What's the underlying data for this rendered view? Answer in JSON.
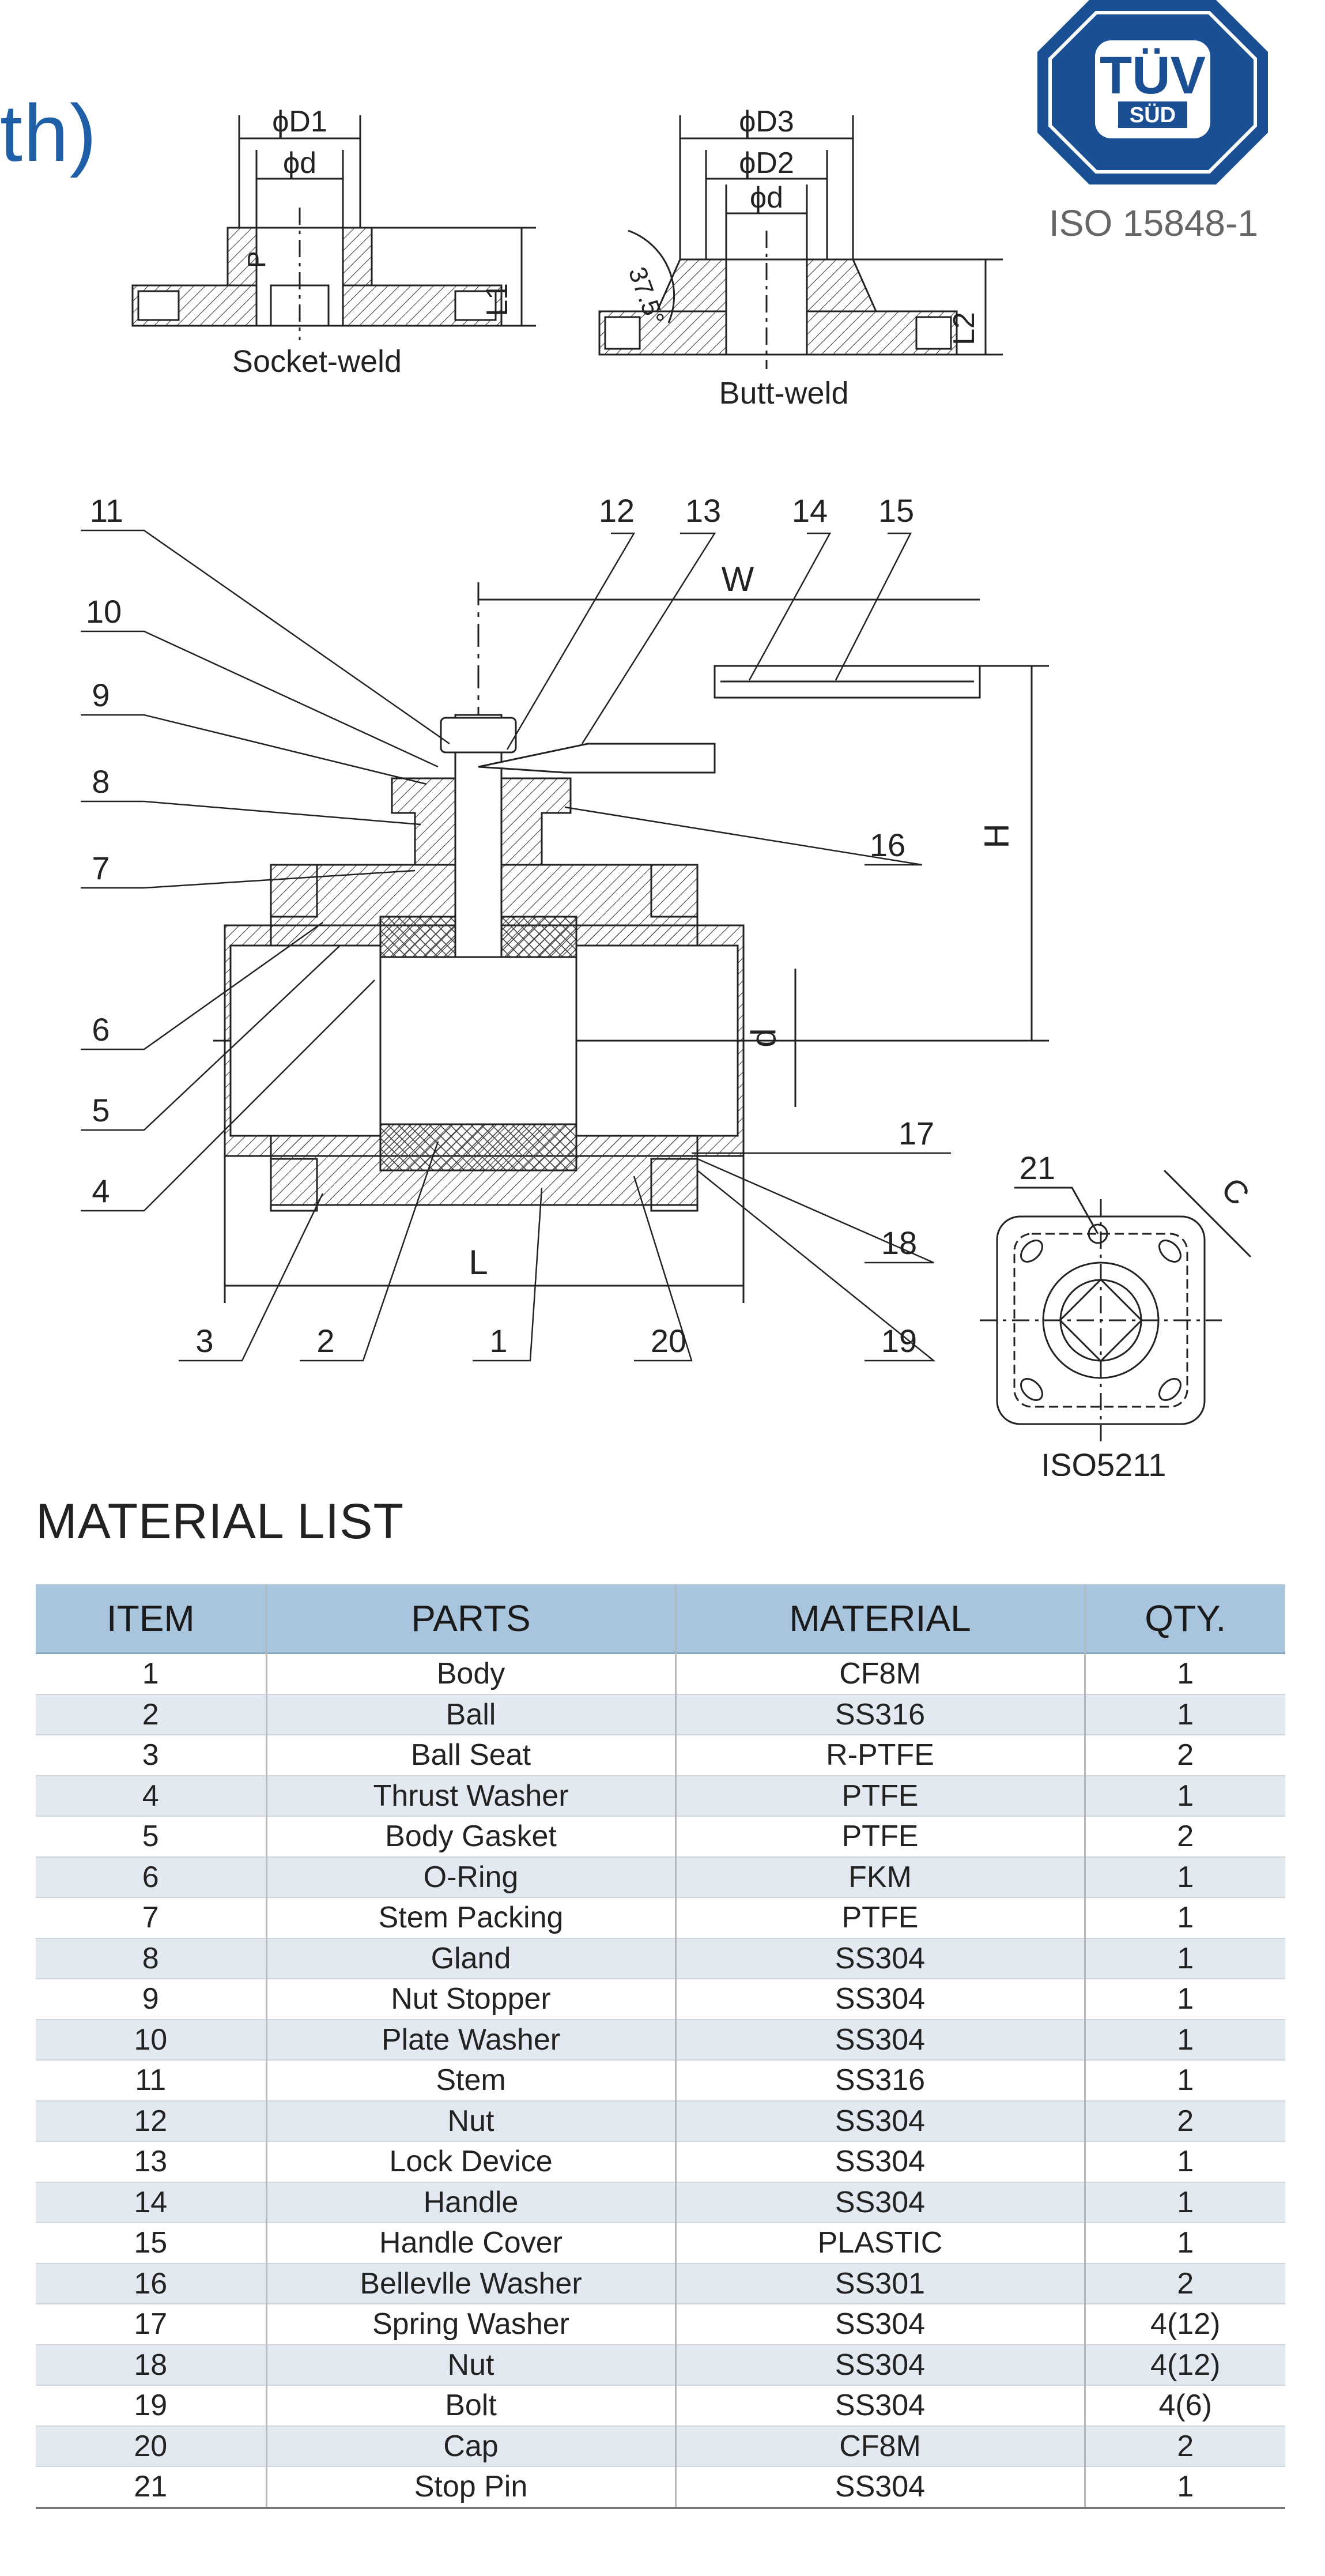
{
  "header": {
    "title_fragment": "th)",
    "cert_logo_text_top": "TÜV",
    "cert_logo_text_bottom": "SÜD",
    "cert_standard": "ISO 15848-1"
  },
  "drawings": {
    "socket_weld": {
      "label": "Socket-weld",
      "dims": [
        "ϕD1",
        "ϕd",
        "P",
        "L1"
      ]
    },
    "butt_weld": {
      "label": "Butt-weld",
      "dims": [
        "ϕD3",
        "ϕD2",
        "ϕd",
        "37.5°",
        "L2"
      ]
    },
    "main_view": {
      "dims": [
        "W",
        "H",
        "d",
        "L"
      ],
      "callouts": [
        "1",
        "2",
        "3",
        "4",
        "5",
        "6",
        "7",
        "8",
        "9",
        "10",
        "11",
        "12",
        "13",
        "14",
        "15",
        "16",
        "17",
        "18",
        "19",
        "20"
      ]
    },
    "top_view": {
      "label": "ISO5211",
      "callouts": [
        "21"
      ],
      "dims": [
        "C"
      ]
    }
  },
  "material_list": {
    "title": "MATERIAL LIST",
    "headers": [
      "ITEM",
      "PARTS",
      "MATERIAL",
      "QTY."
    ],
    "rows": [
      [
        "1",
        "Body",
        "CF8M",
        "1"
      ],
      [
        "2",
        "Ball",
        "SS316",
        "1"
      ],
      [
        "3",
        "Ball Seat",
        "R-PTFE",
        "2"
      ],
      [
        "4",
        "Thrust Washer",
        "PTFE",
        "1"
      ],
      [
        "5",
        "Body Gasket",
        "PTFE",
        "2"
      ],
      [
        "6",
        "O-Ring",
        "FKM",
        "1"
      ],
      [
        "7",
        "Stem Packing",
        "PTFE",
        "1"
      ],
      [
        "8",
        "Gland",
        "SS304",
        "1"
      ],
      [
        "9",
        "Nut Stopper",
        "SS304",
        "1"
      ],
      [
        "10",
        "Plate Washer",
        "SS304",
        "1"
      ],
      [
        "11",
        "Stem",
        "SS316",
        "1"
      ],
      [
        "12",
        "Nut",
        "SS304",
        "2"
      ],
      [
        "13",
        "Lock Device",
        "SS304",
        "1"
      ],
      [
        "14",
        "Handle",
        "SS304",
        "1"
      ],
      [
        "15",
        "Handle Cover",
        "PLASTIC",
        "1"
      ],
      [
        "16",
        "Bellevlle Washer",
        "SS301",
        "2"
      ],
      [
        "17",
        "Spring Washer",
        "SS304",
        "4(12)"
      ],
      [
        "18",
        "Nut",
        "SS304",
        "4(12)"
      ],
      [
        "19",
        "Bolt",
        "SS304",
        "4(6)"
      ],
      [
        "20",
        "Cap",
        "CF8M",
        "2"
      ],
      [
        "21",
        "Stop Pin",
        "SS304",
        "1"
      ]
    ]
  },
  "colors": {
    "accent": "#1f5fa8",
    "header_bg": "#a9c4dd",
    "alt_row": "#e3e9f0",
    "cert_blue": "#1b4f93"
  }
}
